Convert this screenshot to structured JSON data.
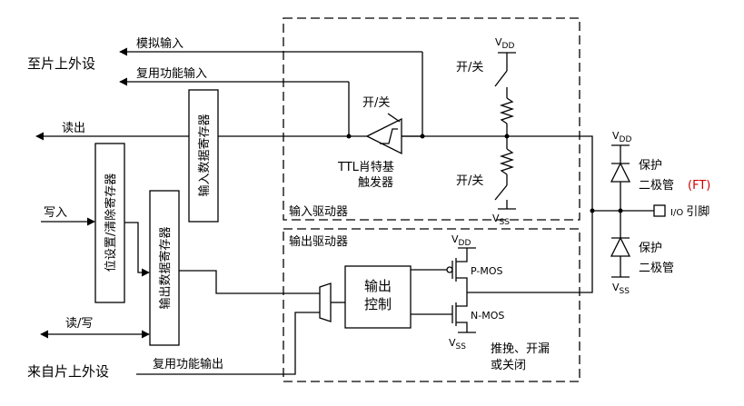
{
  "labels": {
    "to_onchip": "至片上外设",
    "from_onchip": "来自片上外设",
    "analog_in": "模拟输入",
    "alt_in": "复用功能输入",
    "read_out": "读出",
    "write_in": "写入",
    "rw": "读/写",
    "alt_out": "复用功能输出",
    "reg_bsrr": "位设置/清除寄存器",
    "reg_idr": "输入数据寄存器",
    "reg_odr": "输出数据寄存器",
    "switch_top": "开/关",
    "switch_mid": "开/关",
    "switch_bot": "开/关",
    "vdd": "V",
    "vdd_sub": "DD",
    "vss": "V",
    "vss_sub": "SS",
    "ttl_line1": "TTL肖特基",
    "ttl_line2": "触发器",
    "input_driver": "输入驱动器",
    "output_driver": "输出驱动器",
    "out_ctrl_line1": "输出",
    "out_ctrl_line2": "控制",
    "pmos": "P-MOS",
    "nmos": "N-MOS",
    "push_pull_line1": "推挽、开漏",
    "push_pull_line2": "或关闭",
    "protect_diode_top_1": "保护",
    "protect_diode_top_2": "二极管",
    "ft": "(FT)",
    "protect_diode_bot_1": "保护",
    "protect_diode_bot_2": "二极管",
    "io_prefix": "I/O",
    "io_pin": "引脚"
  },
  "colors": {
    "line": "#000000",
    "ft": "#d00000"
  }
}
